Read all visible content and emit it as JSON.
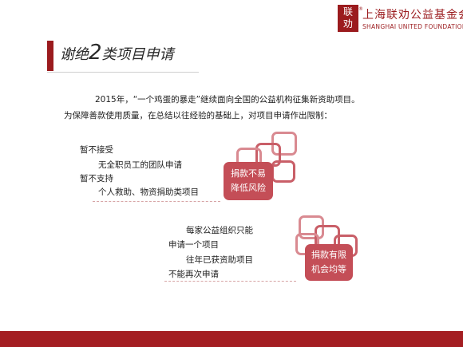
{
  "logo": {
    "mark_line1": "联",
    "mark_line2": "劝",
    "reg": "®",
    "name_cn": "上海联劝公益基金会",
    "name_en": "SHANGHAI UNITED FOUNDATION"
  },
  "title": {
    "prefix": "谢绝",
    "number": "2",
    "suffix": "类项目申请"
  },
  "intro": {
    "line1": "2015年，“一个鸡蛋的暴走”继续面向全国的公益机构征集新资助项目。",
    "line2": "为保障善款使用质量，在总结以往经验的基础上，对项目申请作出限制："
  },
  "restrictions_a": {
    "label1": "暂不接受",
    "detail1": "无全职员工的团队申请",
    "label2": "暂不支持",
    "detail2": "个人救助、物资捐助类项目",
    "badge_line1": "捐款不易",
    "badge_line2": "降低风险"
  },
  "restrictions_b": {
    "line1": "每家公益组织只能",
    "line2": "申请一个项目",
    "line3": "往年已获资助项目",
    "line4": "不能再次申请",
    "badge_line1": "捐款有限",
    "badge_line2": "机会均等"
  },
  "colors": {
    "brand": "#9b1b1e",
    "chain": "#c95f68",
    "badge": "#c44e57",
    "footer": "#a41e22"
  }
}
